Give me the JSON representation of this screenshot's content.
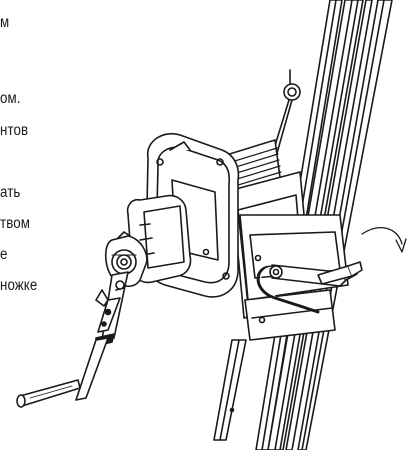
{
  "text_lines": [
    "м",
    "ом.",
    "нтов",
    "ать",
    "твом",
    "е",
    "ножке"
  ],
  "illustration": {
    "description_icon": "winch-on-mast-icon",
    "stroke_color": "#1a1a1a"
  }
}
